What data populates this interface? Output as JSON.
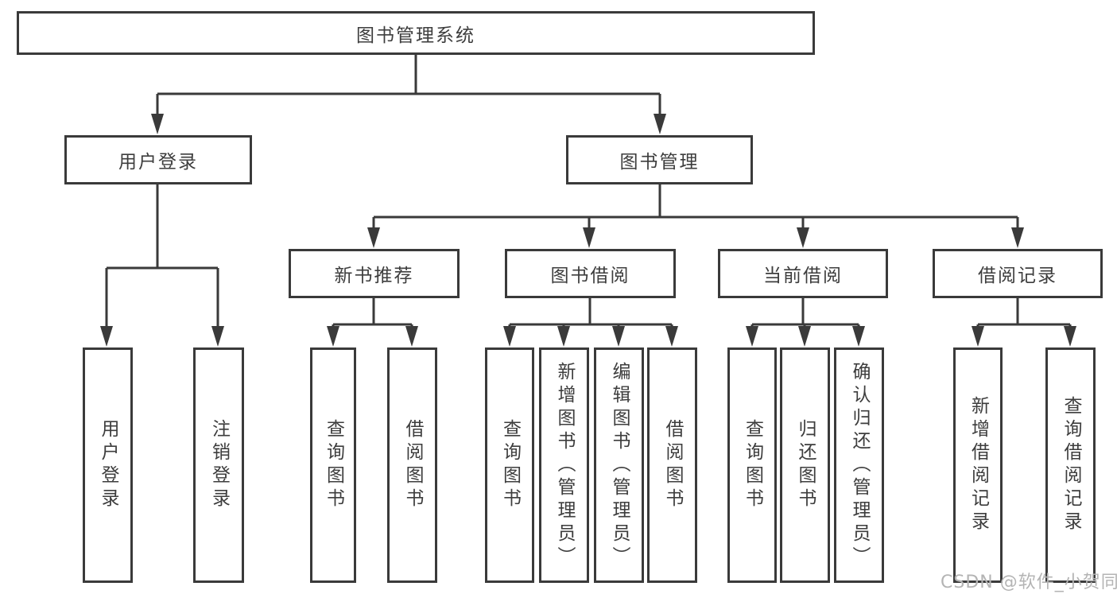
{
  "diagram": {
    "title": "图书管理系统",
    "watermark": "CSDN @软件_小贺同学",
    "colors": {
      "line": "#3a3a3a",
      "text": "#3d3d3d",
      "watermark": "#b4b4b4",
      "background": "#ffffff"
    },
    "nodes": {
      "root": {
        "label": "图书管理系统"
      },
      "user_login": {
        "label": "用户登录"
      },
      "book_mgmt": {
        "label": "图书管理"
      },
      "user_login_leaf": {
        "label": "用户登录"
      },
      "logout_leaf": {
        "label": "注销登录"
      },
      "new_books": {
        "label": "新书推荐"
      },
      "book_borrow": {
        "label": "图书借阅"
      },
      "current_borrow": {
        "label": "当前借阅"
      },
      "borrow_records": {
        "label": "借阅记录"
      },
      "nb_query": {
        "label": "查询图书"
      },
      "nb_borrow": {
        "label": "借阅图书"
      },
      "bb_query": {
        "label": "查询图书"
      },
      "bb_add": {
        "label": "新增图书（管理员）"
      },
      "bb_edit": {
        "label": "编辑图书（管理员）"
      },
      "bb_borrow": {
        "label": "借阅图书"
      },
      "cb_query": {
        "label": "查询图书"
      },
      "cb_return": {
        "label": "归还图书"
      },
      "cb_confirm": {
        "label": "确认归还（管理员）"
      },
      "br_add": {
        "label": "新增借阅记录"
      },
      "br_query": {
        "label": "查询借阅记录"
      }
    },
    "hierarchy": {
      "root": {
        "user_login": [
          "user_login_leaf",
          "logout_leaf"
        ],
        "book_mgmt": {
          "new_books": [
            "nb_query",
            "nb_borrow"
          ],
          "book_borrow": [
            "bb_query",
            "bb_add",
            "bb_edit",
            "bb_borrow"
          ],
          "current_borrow": [
            "cb_query",
            "cb_return",
            "cb_confirm"
          ],
          "borrow_records": [
            "br_add",
            "br_query"
          ]
        }
      }
    }
  }
}
